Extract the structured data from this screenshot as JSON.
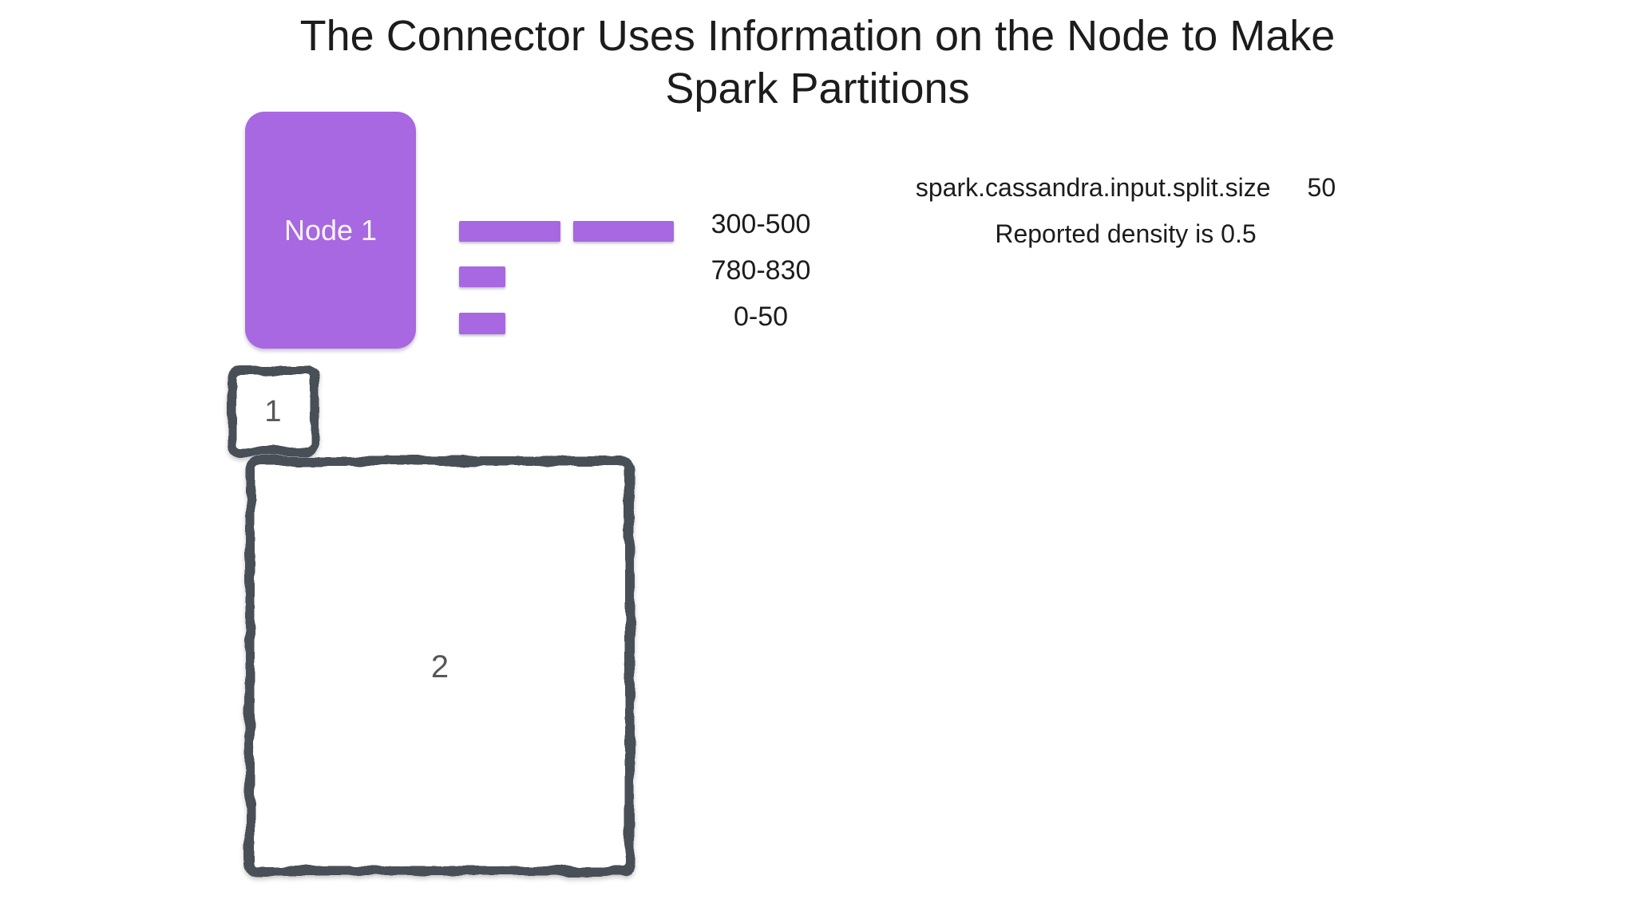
{
  "title": {
    "line1": "The Connector Uses Information on the Node to Make",
    "line2": "Spark Partitions"
  },
  "node": {
    "label": "Node 1"
  },
  "token_ranges": [
    {
      "label": "300-500",
      "bar_segments": 2
    },
    {
      "label": "780-830",
      "bar_segments": 1
    },
    {
      "label": "0-50",
      "bar_segments": 1
    }
  ],
  "config": {
    "key": "spark.cassandra.input.split.size",
    "value": "50",
    "density_note": "Reported density is 0.5"
  },
  "partitions": [
    {
      "label": "1"
    },
    {
      "label": "2"
    }
  ],
  "colors": {
    "purple": "#a768e1",
    "border_gray": "#4a4f57",
    "text_dark": "#1c1c1c",
    "partition_label": "#56585b"
  }
}
